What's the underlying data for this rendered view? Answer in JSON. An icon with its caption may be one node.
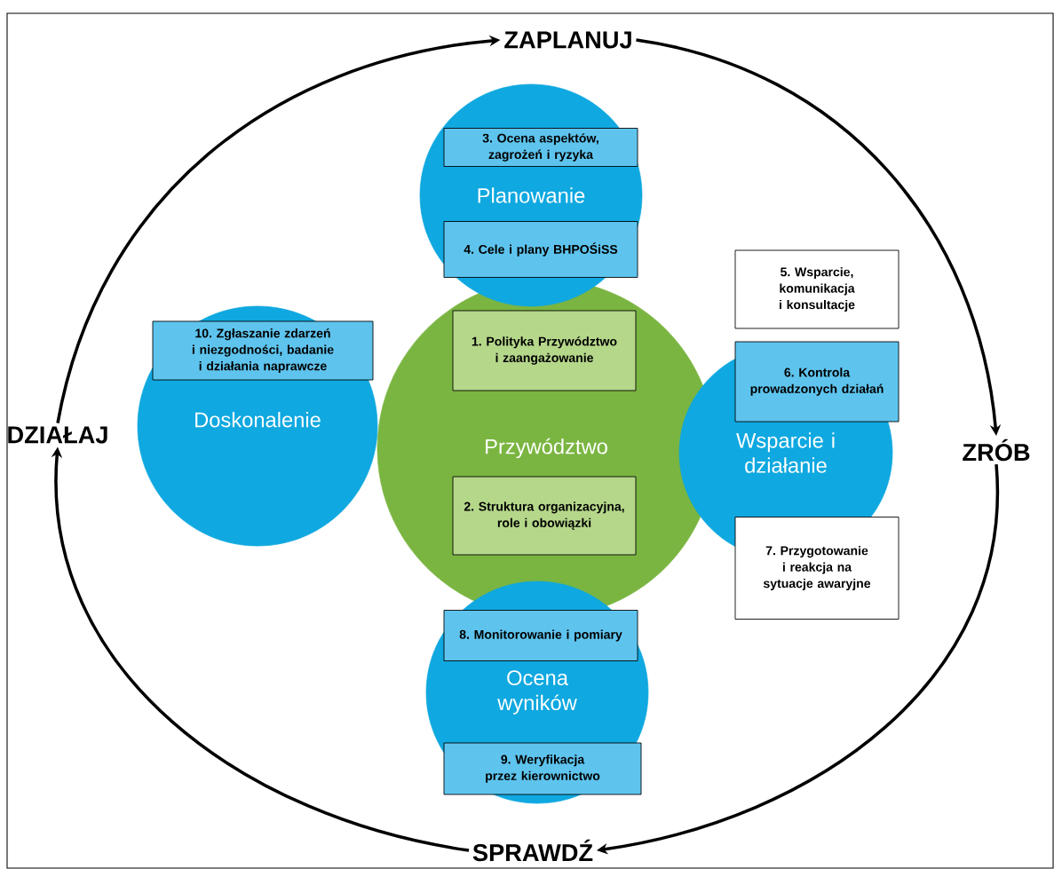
{
  "diagram": {
    "nodes": [
      {
        "text": [
          "ZAPLANUJ"
        ]
      },
      {
        "text": [
          "Planowanie"
        ]
      },
      {
        "text": [
          "3. Ocena aspektów, zagrożeń i ryzyka"
        ],
        "in": 1
      },
      {
        "text": [
          "4. Cele i plany BHPOŚiSS"
        ],
        "in": 1
      },
      {
        "text": [
          "5. Wsparcie, komunikacja i konsultacje"
        ]
      },
      {
        "text": [
          "DZIAŁAJ"
        ]
      },
      {
        "text": [
          "Doskonalenie"
        ]
      },
      {
        "text": [
          "10. Zgłaszanie zdarzeń i niezgodności, badanie i działania naprawcze"
        ],
        "in": 6
      },
      {
        "text": [
          "Przywództwo"
        ]
      },
      {
        "text": [
          "1. Polityka Przywództwo i zaangażowanie"
        ],
        "in": 8
      },
      {
        "text": [
          "2. Struktura organizacyjna, role i obowiązki"
        ],
        "in": 8
      },
      {
        "text": [
          "Wsparcie i działanie"
        ]
      },
      {
        "text": [
          "6. Kontrola prowadzonych działań"
        ]
      },
      {
        "text": [
          "ZRÓB"
        ]
      },
      {
        "text": [
          "7. Przygotowanie i reakcja na sytuacje awaryjne"
        ]
      },
      {
        "text": [
          "Ocena wyników"
        ]
      },
      {
        "text": [
          "8. Monitorowanie i pomiary"
        ],
        "in": 15
      },
      {
        "text": [
          "9. Weryfikacja przez kierownictwo"
        ],
        "in": 15
      },
      {
        "text": [
          "SPRAWDŹ"
        ]
      }
    ],
    "edges": [
      {
        "from": 5,
        "to": 0,
        "arrow": "to"
      },
      {
        "from": 0,
        "to": 13,
        "arrow": "to"
      },
      {
        "from": 13,
        "to": 18,
        "arrow": "to"
      },
      {
        "from": 18,
        "to": 5,
        "arrow": "to"
      }
    ]
  }
}
